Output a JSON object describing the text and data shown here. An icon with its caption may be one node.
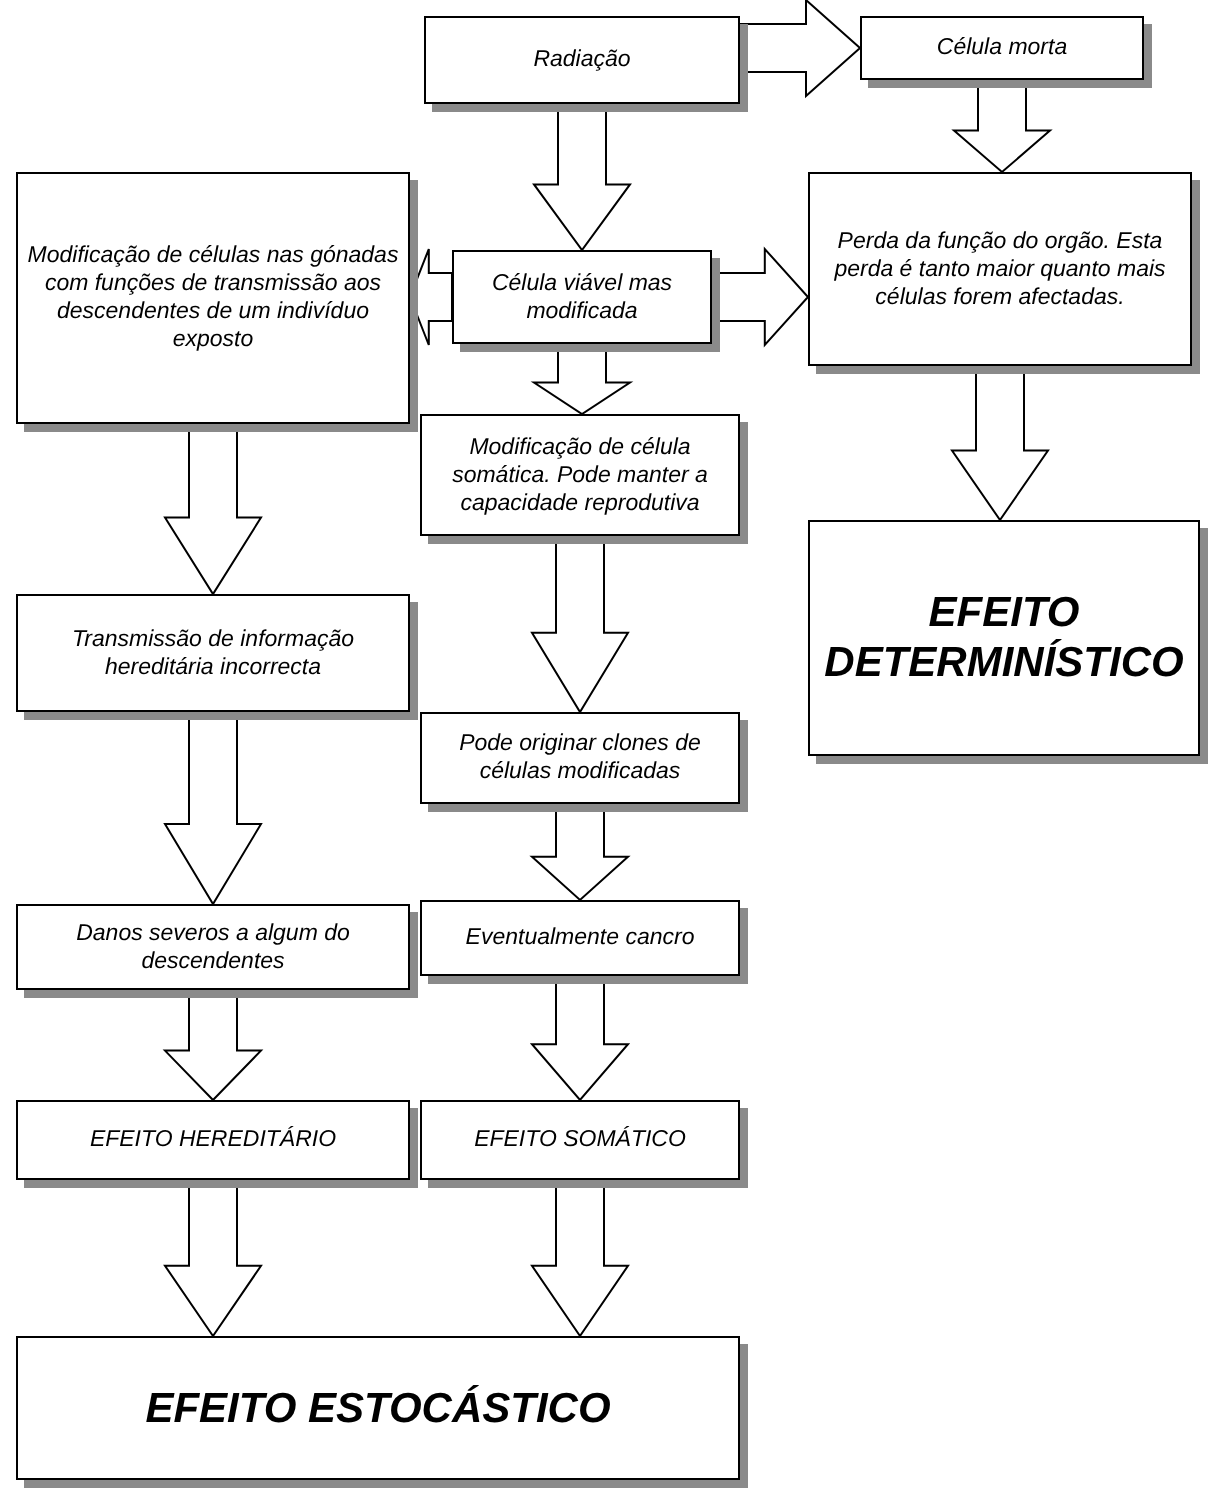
{
  "diagram": {
    "nodes": [
      {
        "text": [
          "Radiação"
        ]
      },
      {
        "text": [
          "Célula morta"
        ]
      },
      {
        "text": [
          "Célula viável mas modificada"
        ]
      },
      {
        "text": [
          "Modificação de células nas gónadas com funções de transmissão aos descendentes de um indivíduo exposto"
        ]
      },
      {
        "text": [
          "Perda da função do orgão. Esta perda é tanto maior quanto mais células forem afectadas."
        ]
      },
      {
        "text": [
          "Modificação de célula somática. Pode manter a capacidade reprodutiva"
        ]
      },
      {
        "text": [
          "EFEITO DETERMINÍSTICO"
        ]
      },
      {
        "text": [
          "Transmissão de informação hereditária incorrecta"
        ]
      },
      {
        "text": [
          "Pode originar clones de células modificadas"
        ]
      },
      {
        "text": [
          "Danos severos a algum do descendentes"
        ]
      },
      {
        "text": [
          "Eventualmente cancro"
        ]
      },
      {
        "text": [
          "EFEITO HEREDITÁRIO"
        ]
      },
      {
        "text": [
          "EFEITO SOMÁTICO"
        ]
      },
      {
        "text": [
          "EFEITO ESTOCÁSTICO"
        ]
      }
    ],
    "edges": [
      {
        "from": 0,
        "to": 1,
        "arrow": "to"
      },
      {
        "from": 1,
        "to": 4,
        "arrow": "to"
      },
      {
        "from": 0,
        "to": 2,
        "arrow": "to"
      },
      {
        "from": 2,
        "to": 3,
        "arrow": "to"
      },
      {
        "from": 2,
        "to": 4,
        "arrow": "to"
      },
      {
        "from": 2,
        "to": 5,
        "arrow": "to"
      },
      {
        "from": 3,
        "to": 7,
        "arrow": "to"
      },
      {
        "from": 4,
        "to": 6,
        "arrow": "to"
      },
      {
        "from": 5,
        "to": 8,
        "arrow": "to"
      },
      {
        "from": 7,
        "to": 9,
        "arrow": "to"
      },
      {
        "from": 8,
        "to": 10,
        "arrow": "to"
      },
      {
        "from": 9,
        "to": 11,
        "arrow": "to"
      },
      {
        "from": 10,
        "to": 12,
        "arrow": "to"
      },
      {
        "from": 11,
        "to": 13,
        "arrow": "to"
      },
      {
        "from": 12,
        "to": 13,
        "arrow": "to"
      }
    ]
  }
}
